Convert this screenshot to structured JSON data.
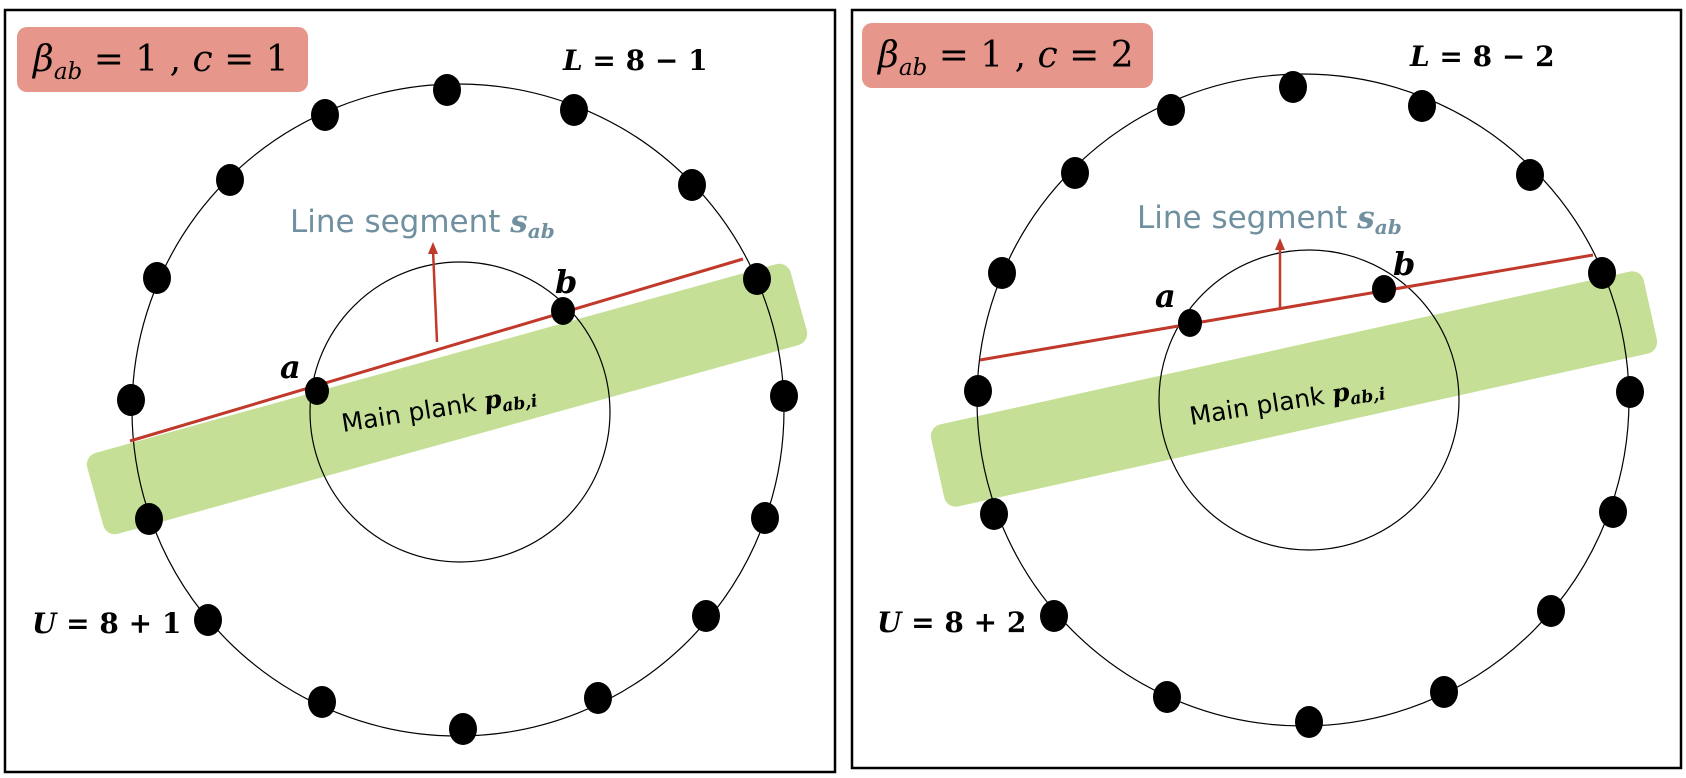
{
  "panels": [
    {
      "id": "c1",
      "badge": {
        "beta": "β",
        "beta_sub": "ab",
        "eq": " = 1 , ",
        "c": "c",
        "c_eq": " =  1"
      },
      "L_label": {
        "var": "L",
        "eq": " = 8 − 1"
      },
      "U_label": {
        "var": "U",
        "eq": " = 8 + 1"
      },
      "segment_label": {
        "text": "Line segment ",
        "var": "s",
        "sub": "ab"
      },
      "plank_label": {
        "text": "Main plank ",
        "var": "p",
        "sub": "ab,i"
      },
      "point_a": "a",
      "point_b": "b"
    },
    {
      "id": "c2",
      "badge": {
        "beta": "β",
        "beta_sub": "ab",
        "eq": " = 1 , ",
        "c": "c",
        "c_eq": " = 2"
      },
      "L_label": {
        "var": "L",
        "eq": " = 8 − 2"
      },
      "U_label": {
        "var": "U",
        "eq": " = 8 + 2"
      },
      "segment_label": {
        "text": "Line segment ",
        "var": "s",
        "sub": "ab"
      },
      "plank_label": {
        "text": "Main plank ",
        "var": "p",
        "sub": "ab,i"
      },
      "point_a": "a",
      "point_b": "b"
    }
  ],
  "colors": {
    "badge_fill": "#e6968a",
    "plank_fill": "#c5e096",
    "segment_line": "#c0392b",
    "segment_label": "#7090a0",
    "outline": "#000000"
  }
}
